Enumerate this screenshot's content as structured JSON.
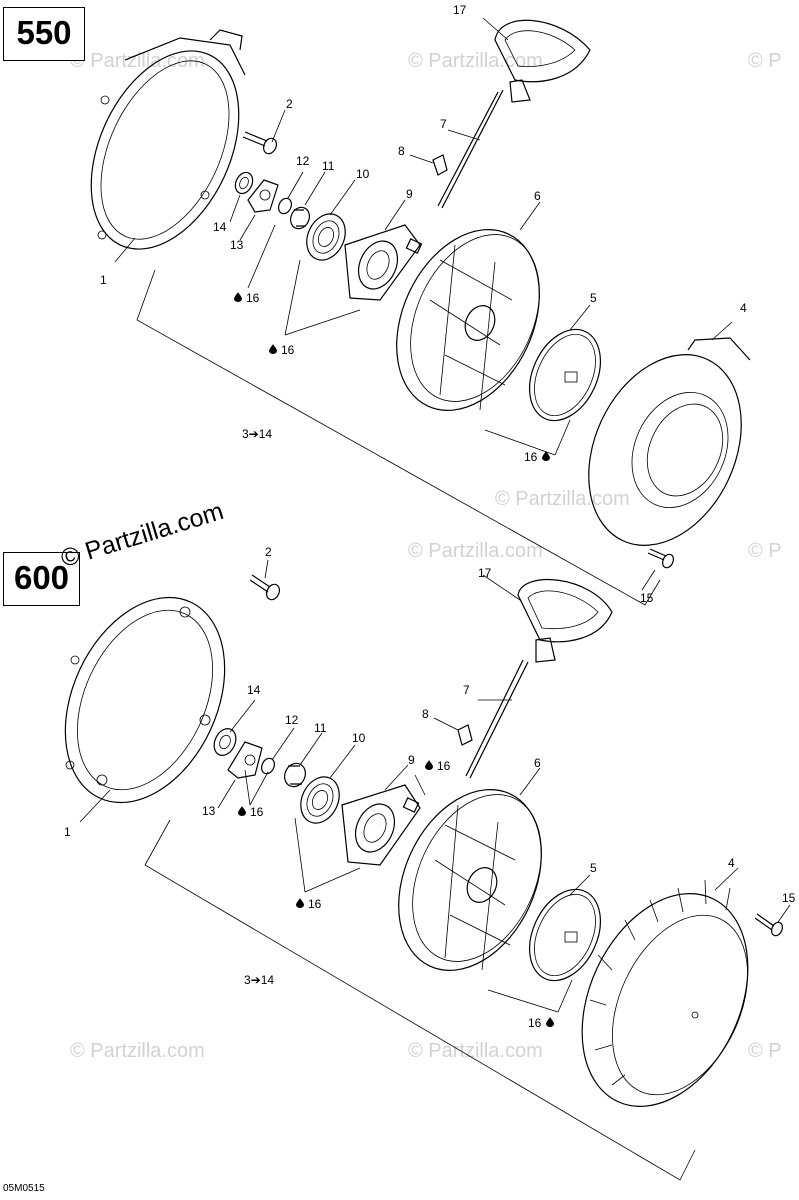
{
  "diagram": {
    "ref_code": "05M0515",
    "credit": "© Partzilla.com",
    "watermark": "© Partzilla.com",
    "watermark_short": "© P",
    "models": {
      "top": "550",
      "bottom": "600"
    },
    "top_callouts": {
      "c1": "1",
      "c2": "2",
      "c4": "4",
      "c5": "5",
      "c6": "6",
      "c7": "7",
      "c8": "8",
      "c9": "9",
      "c10": "10",
      "c11": "11",
      "c12": "12",
      "c13": "13",
      "c14": "14",
      "c15": "15",
      "c17": "17",
      "c16a": "16",
      "c16b": "16",
      "c16c": "16",
      "range": "3➔14"
    },
    "bottom_callouts": {
      "c1": "1",
      "c2": "2",
      "c4": "4",
      "c5": "5",
      "c6": "6",
      "c7": "7",
      "c8": "8",
      "c9": "9",
      "c10": "10",
      "c11": "11",
      "c12": "12",
      "c13": "13",
      "c14": "14",
      "c15": "15",
      "c17": "17",
      "c16a": "16",
      "c16b": "16",
      "c16c": "16",
      "c16d": "16",
      "range": "3➔14"
    },
    "symbols": {
      "lube": "lubricant-drop-icon"
    }
  }
}
